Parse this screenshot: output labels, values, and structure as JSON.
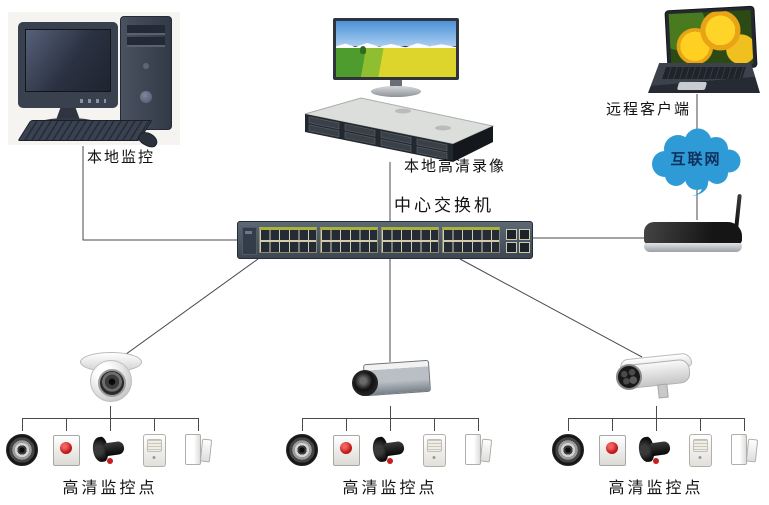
{
  "colors": {
    "line": "#4a4a4a",
    "cloud_fill": "#2e9bd6",
    "cloud_text": "#10305c"
  },
  "nodes": {
    "local_monitor": {
      "label": "本地监控",
      "icon": "desktop-pc-icon"
    },
    "local_recording": {
      "label": "本地高清录像",
      "icons": [
        "widescreen-monitor-icon",
        "rack-server-icon"
      ]
    },
    "remote_client": {
      "label": "远程客户端",
      "icon": "laptop-icon"
    },
    "internet": {
      "label": "互联网",
      "icon": "cloud-icon"
    },
    "router": {
      "icon": "wireless-router-icon"
    },
    "central_switch": {
      "label": "中心交换机",
      "icon": "48-port-switch-icon"
    },
    "sites": [
      {
        "label": "高清监控点",
        "camera_icon": "dome-camera-icon",
        "device_icons": [
          "speaker-icon",
          "alarm-button-icon",
          "siren-horn-icon",
          "motion-sensor-icon",
          "door-sensor-icon"
        ]
      },
      {
        "label": "高清监控点",
        "camera_icon": "box-camera-icon",
        "device_icons": [
          "speaker-icon",
          "alarm-button-icon",
          "siren-horn-icon",
          "motion-sensor-icon",
          "door-sensor-icon"
        ]
      },
      {
        "label": "高清监控点",
        "camera_icon": "bullet-camera-icon",
        "device_icons": [
          "speaker-icon",
          "alarm-button-icon",
          "siren-horn-icon",
          "motion-sensor-icon",
          "door-sensor-icon"
        ]
      }
    ]
  }
}
